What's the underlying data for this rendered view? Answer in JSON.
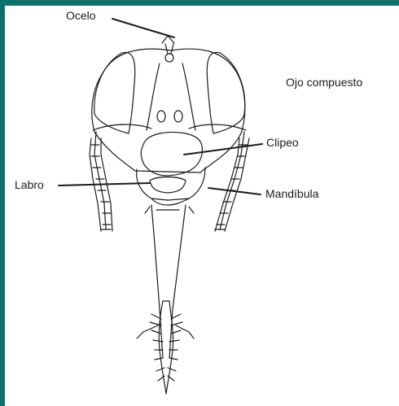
{
  "diagram": {
    "labels": {
      "ocelo": "Ocelo",
      "ojo_compuesto": "Ojo compuesto",
      "clipeo": "Clipeo",
      "labro": "Labro",
      "mandibula": "Mandíbula"
    },
    "colors": {
      "frame": "#0f6f6b",
      "background": "#ffffff",
      "ink": "#1b1b1b"
    }
  }
}
